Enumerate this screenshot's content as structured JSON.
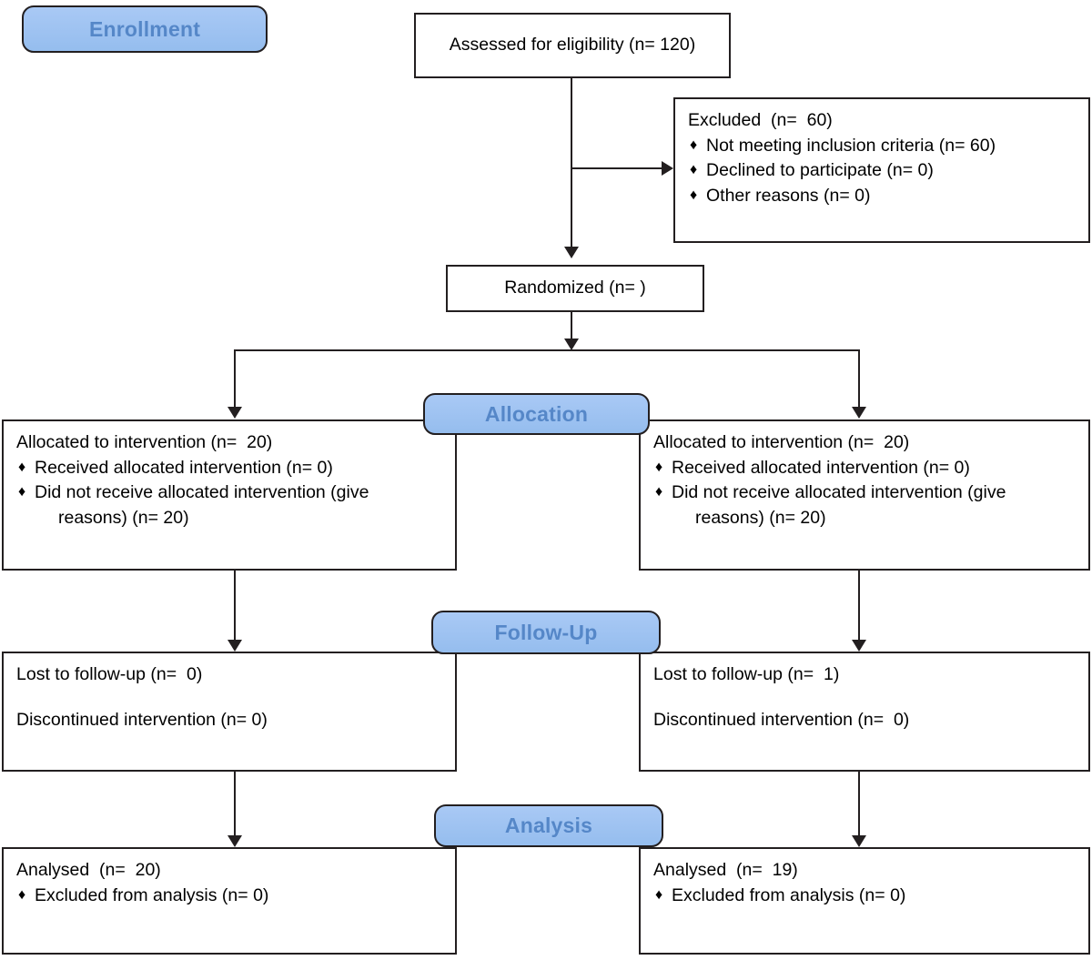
{
  "diagram": {
    "type": "CONSORT participant flow diagram",
    "stages": [
      {
        "key": "enrollment",
        "label": "Enrollment"
      },
      {
        "key": "allocation",
        "label": "Allocation"
      },
      {
        "key": "followup",
        "label": "Follow-Up"
      },
      {
        "key": "analysis",
        "label": "Analysis"
      }
    ],
    "colors": {
      "badge_fill": "#9dc1f0",
      "badge_text": "#5587c8",
      "box_border": "#231f20",
      "box_fill": "#ffffff",
      "text": "#000000"
    },
    "bullet_glyph": "♦"
  },
  "enrollment": {
    "assessed": {
      "text": "Assessed for eligibility (n= 120)"
    },
    "excluded": {
      "heading": "Excluded  (n=  60)",
      "items": [
        "Not meeting inclusion criteria (n= 60)",
        "Declined to participate (n=  0)",
        "Other reasons (n=  0)"
      ]
    },
    "randomized": {
      "text": "Randomized (n=  )"
    }
  },
  "allocation": {
    "left": {
      "heading": "Allocated to intervention (n=  20)",
      "items": [
        {
          "text": "Received allocated intervention (n=  0)",
          "continuation": ""
        },
        {
          "text": "Did not receive allocated intervention (give",
          "continuation": "reasons) (n=  20)"
        }
      ]
    },
    "right": {
      "heading": "Allocated to intervention (n=  20)",
      "items": [
        {
          "text": "Received allocated intervention (n=  0)",
          "continuation": ""
        },
        {
          "text": "Did not receive allocated intervention (give",
          "continuation": "reasons) (n=  20)"
        }
      ]
    }
  },
  "followup": {
    "left": {
      "line1": "Lost to follow-up (n=  0)",
      "line2": "Discontinued intervention (n= 0)"
    },
    "right": {
      "line1": "Lost to follow-up (n=  1)",
      "line2": "Discontinued intervention (n=  0)"
    }
  },
  "analysis": {
    "left": {
      "heading": "Analysed  (n=  20)",
      "items": [
        "Excluded from analysis (n=  0)"
      ]
    },
    "right": {
      "heading": "Analysed  (n=  19)",
      "items": [
        "Excluded from analysis (n=  0)"
      ]
    }
  }
}
